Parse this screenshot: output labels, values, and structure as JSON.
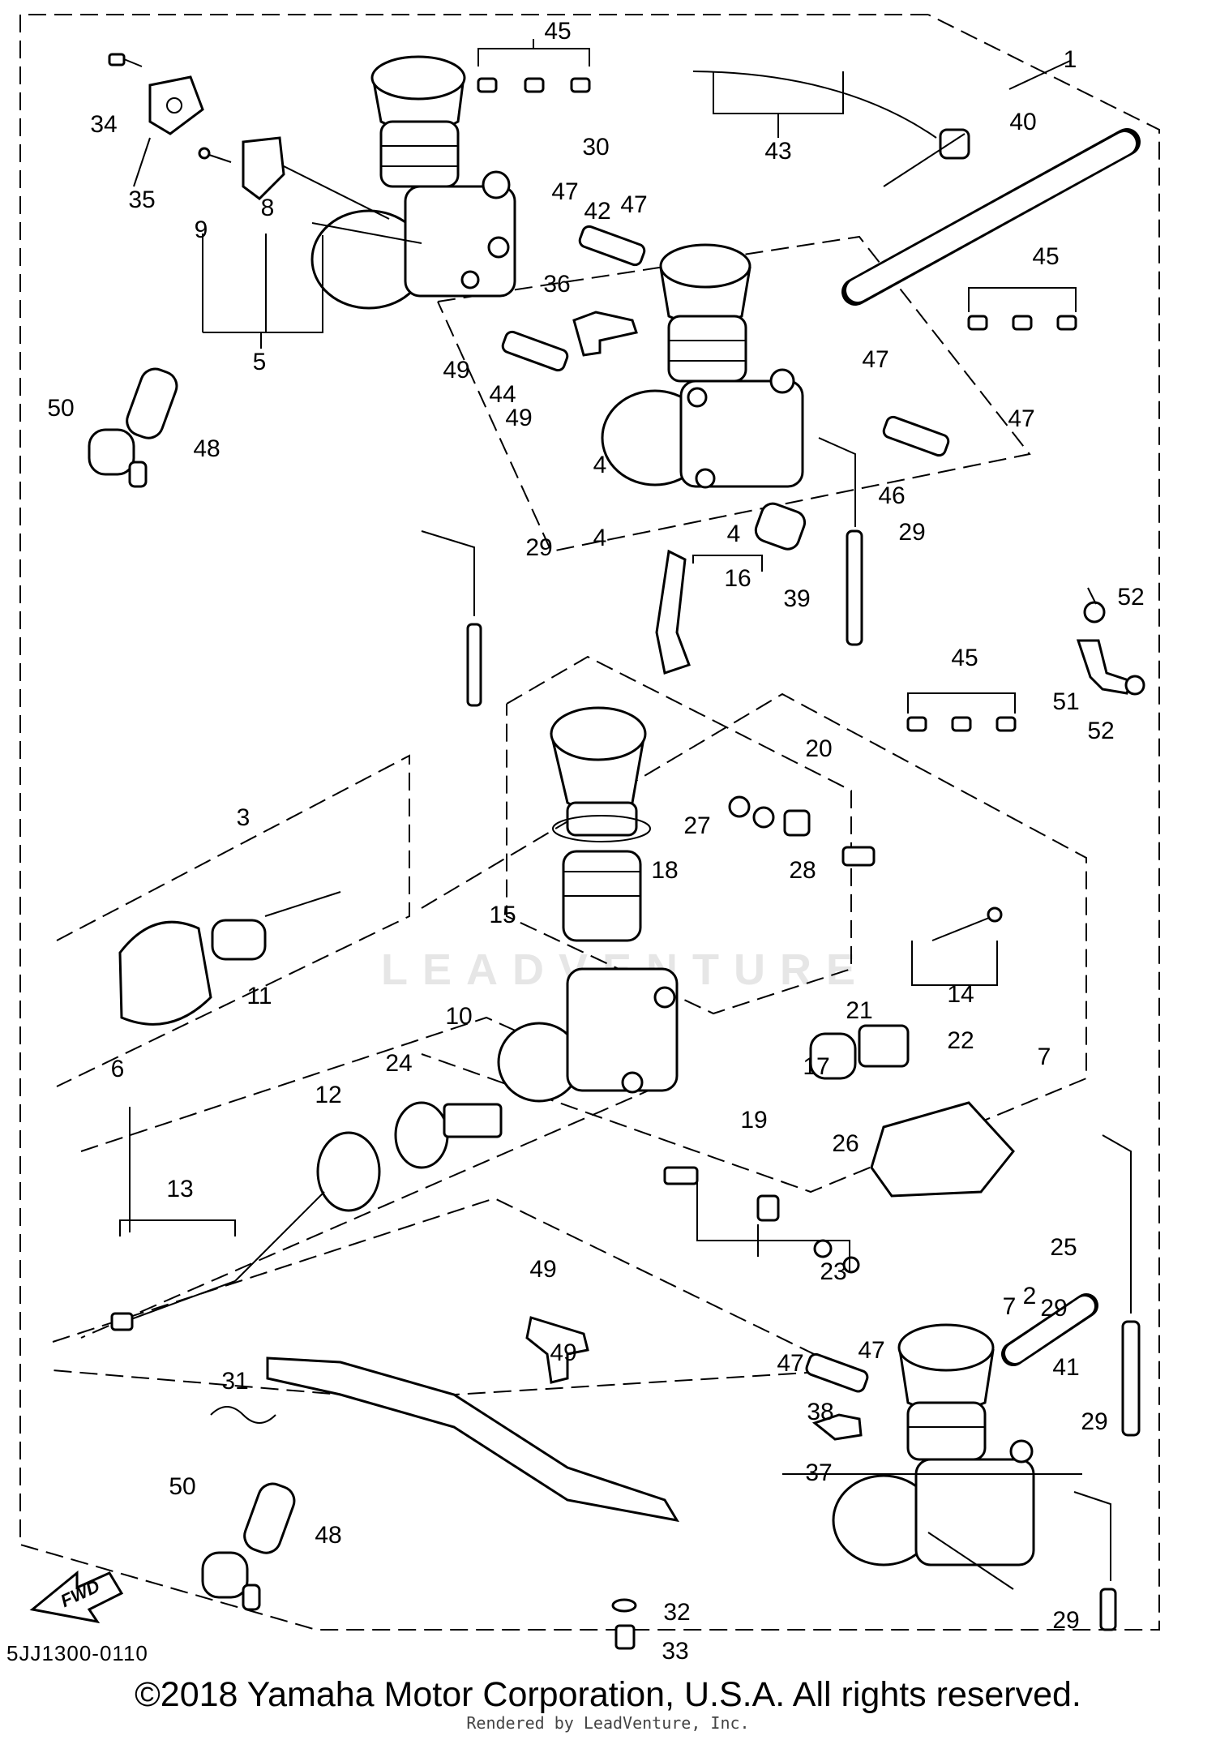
{
  "watermark": "LEADVENTURE",
  "diagram_code": "5JJ1300-0110",
  "copyright": "©2018 Yamaha Motor Corporation, U.S.A. All rights reserved.",
  "rendered_by": "Rendered by LeadVenture, Inc.",
  "fwd_label": "FWD",
  "callouts": [
    "1",
    "2",
    "3",
    "4",
    "4",
    "4",
    "5",
    "6",
    "7",
    "7",
    "8",
    "9",
    "10",
    "11",
    "12",
    "13",
    "14",
    "15",
    "16",
    "17",
    "18",
    "19",
    "20",
    "21",
    "22",
    "23",
    "24",
    "25",
    "26",
    "27",
    "28",
    "29",
    "29",
    "29",
    "29",
    "29",
    "30",
    "31",
    "32",
    "33",
    "34",
    "35",
    "36",
    "37",
    "38",
    "39",
    "40",
    "41",
    "42",
    "43",
    "44",
    "45",
    "45",
    "45",
    "46",
    "47",
    "47",
    "47",
    "47",
    "47",
    "47",
    "48",
    "48",
    "49",
    "49",
    "49",
    "49",
    "50",
    "50",
    "51",
    "52",
    "52"
  ]
}
